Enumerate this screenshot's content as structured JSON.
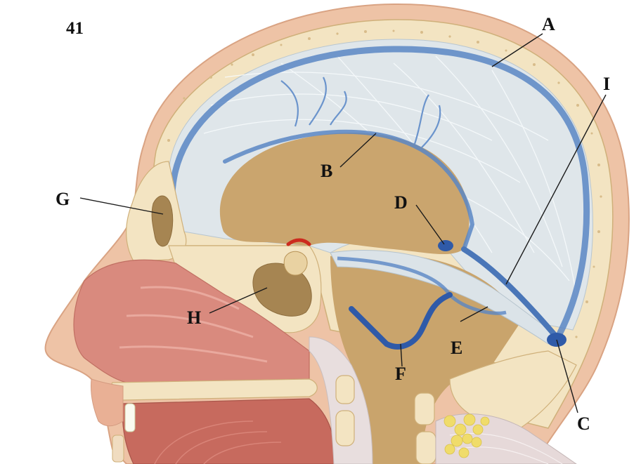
{
  "figure_number": "41",
  "labels": {
    "A": "A",
    "B": "B",
    "C": "C",
    "D": "D",
    "E": "E",
    "F": "F",
    "G": "G",
    "H": "H",
    "I": "I"
  },
  "colors": {
    "skin": "#eec3a6",
    "skin_edge": "#d9a383",
    "bone": "#f3e4c2",
    "bone_speckle": "#d8bc8a",
    "dura": "#dfe6ea",
    "dura_fibers": "#f7fbfc",
    "cranial_cavity": "#caa56e",
    "sinus_blue": "#5a86c4",
    "sinus_dark": "#2f5aa8",
    "nasal_mucosa": "#d98a7e",
    "tongue": "#c76a5e",
    "fat": "#f0dc6a",
    "artery_red": "#cc2a1e"
  },
  "icons": [
    "sagittal-head-section"
  ]
}
